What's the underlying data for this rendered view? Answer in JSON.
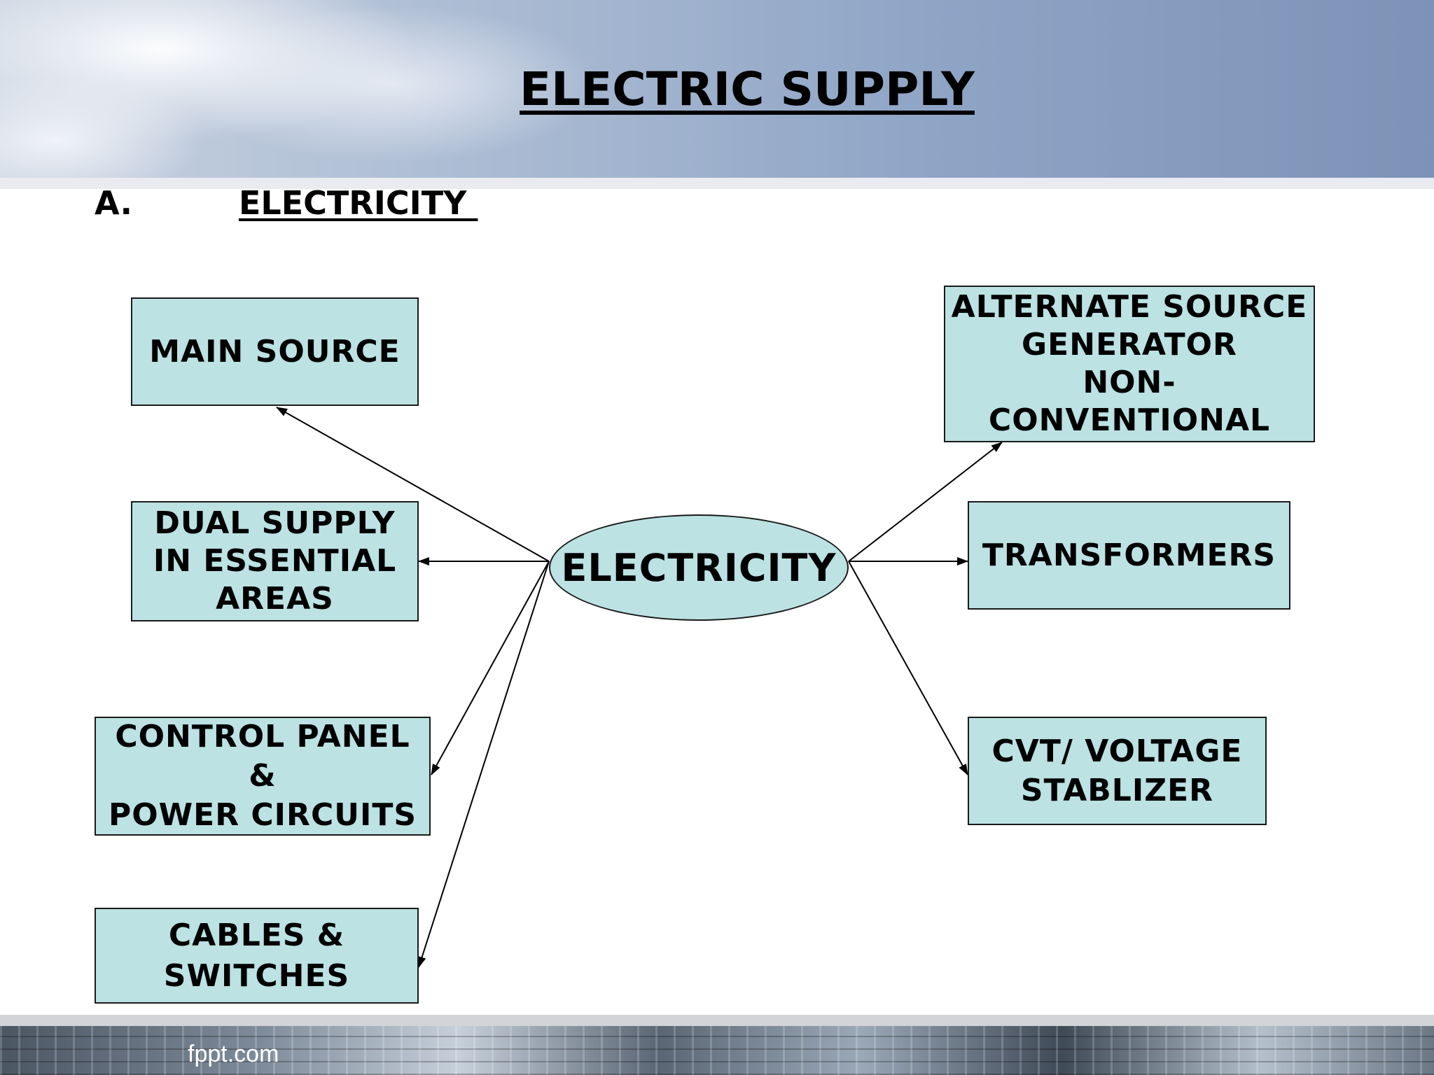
{
  "slide": {
    "title": "ELECTRIC SUPPLY",
    "section_letter": "A.",
    "section_title": "ELECTRICITY ",
    "footer_brand": "fppt.com"
  },
  "diagram": {
    "center": "ELECTRICITY",
    "nodes": {
      "main_source": "MAIN SOURCE",
      "dual_supply": "DUAL SUPPLY\nIN ESSENTIAL\nAREAS",
      "control_panel": "CONTROL PANEL\n&\nPOWER CIRCUITS",
      "cables_switches": "CABLES &\nSWITCHES",
      "alternate_source": "ALTERNATE SOURCE\nGENERATOR\nNON-\nCONVENTIONAL",
      "transformers": "TRANSFORMERS",
      "cvt_stabilizer": "CVT/ VOLTAGE\nSTABLIZER"
    },
    "edges": [
      {
        "from": "center",
        "to": "main_source"
      },
      {
        "from": "center",
        "to": "dual_supply"
      },
      {
        "from": "center",
        "to": "control_panel"
      },
      {
        "from": "center",
        "to": "cables_switches"
      },
      {
        "from": "center",
        "to": "alternate_source"
      },
      {
        "from": "center",
        "to": "transformers"
      },
      {
        "from": "center",
        "to": "cvt_stabilizer"
      }
    ],
    "colors": {
      "box_fill": "#bce2e3",
      "stroke": "#1a1a1a"
    }
  }
}
